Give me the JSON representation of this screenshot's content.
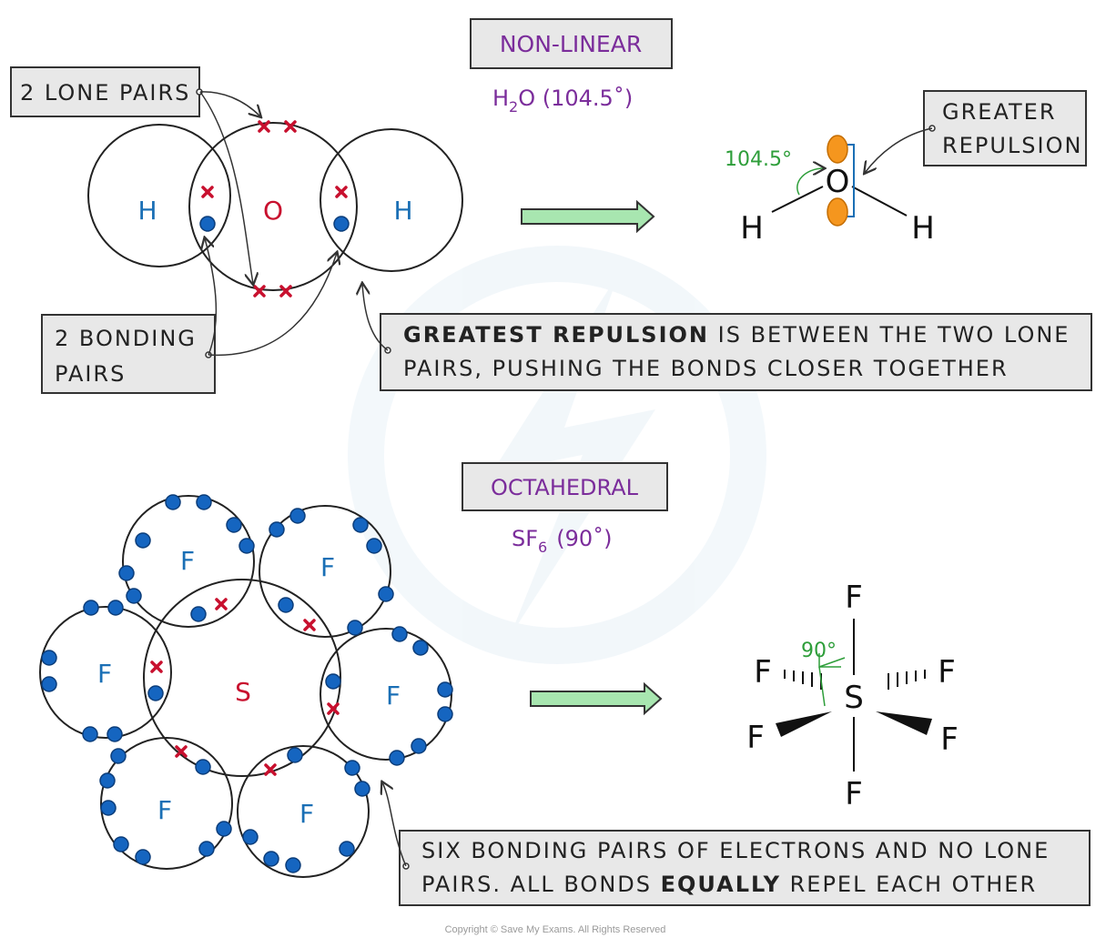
{
  "h2o": {
    "shape_label": "NON-LINEAR",
    "formula_main": "H",
    "formula_sub": "2",
    "formula_rest": "O  (104.5˚)",
    "atom_left": "H",
    "atom_center": "O",
    "atom_right": "H",
    "callout_lone": "2 LONE PAIRS",
    "callout_bond_1": "2 BONDING",
    "callout_bond_2": "PAIRS",
    "angle": "104.5°",
    "struct_o": "O",
    "struct_h_left": "H",
    "struct_h_right": "H",
    "greater_1": "GREATER",
    "greater_2": "REPULSION",
    "explain_bold": "GREATEST REPULSION",
    "explain_rest": " IS BETWEEN THE TWO LONE",
    "explain_line2": "PAIRS, PUSHING THE BONDS CLOSER TOGETHER"
  },
  "sf6": {
    "shape_label": "OCTAHEDRAL",
    "formula_main": "SF",
    "formula_sub": "6",
    "formula_rest": "(90˚)",
    "atom_center": "S",
    "atom_f": "F",
    "angle": "90°",
    "struct_s": "S",
    "struct_f": "F",
    "explain_line1": "SIX BONDING PAIRS OF ELECTRONS AND NO LONE",
    "explain_pre": "PAIRS. ALL BONDS ",
    "explain_bold": "EQUALLY",
    "explain_post": " REPEL EACH OTHER"
  },
  "copyright": "Copyright © Save My Exams. All Rights Reserved",
  "colors": {
    "electron_dot": "#1565c0",
    "electron_cross": "#c8102e",
    "lone_pair": "#f5961e",
    "arrow_fill": "#a8e6b0",
    "label_purple": "#7b2d9b",
    "angle_green": "#2e9e3a"
  }
}
